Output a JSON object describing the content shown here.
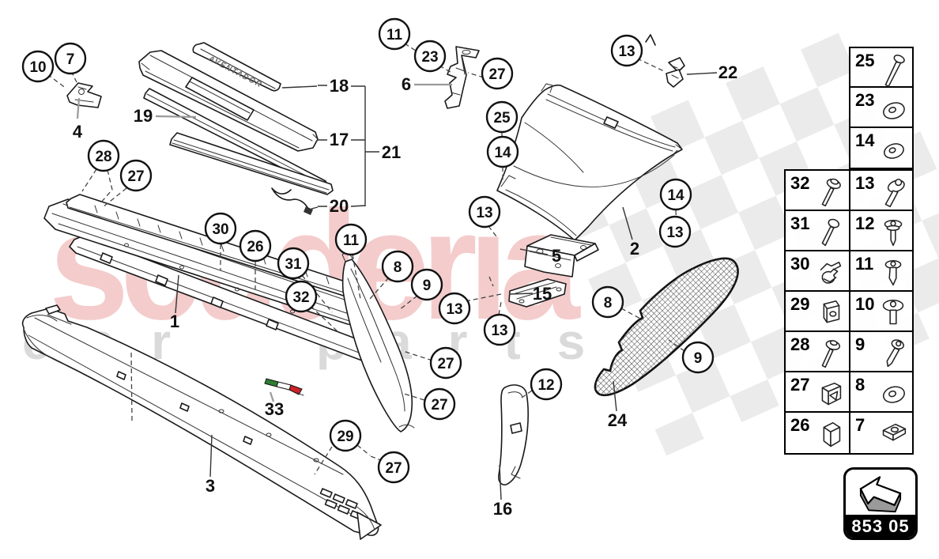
{
  "watermark": {
    "line1": "scuderia",
    "line2": "car parts"
  },
  "plate_text": "AVENTADOR",
  "callouts": [
    "10",
    "7",
    "28",
    "27",
    "30",
    "26",
    "31",
    "32",
    "11",
    "8",
    "9",
    "13",
    "13",
    "27",
    "27",
    "29",
    "27",
    "12",
    "11",
    "23",
    "27",
    "25",
    "14",
    "13",
    "13",
    "14",
    "13",
    "8",
    "9"
  ],
  "part_labels": [
    "4",
    "19",
    "18",
    "17",
    "21",
    "20",
    "6",
    "1",
    "5",
    "15",
    "2",
    "22",
    "33",
    "3",
    "16",
    "24"
  ],
  "legend": {
    "single": [
      {
        "num": "25",
        "icon": "long-screw-icon"
      },
      {
        "num": "23",
        "icon": "large-washer-icon"
      },
      {
        "num": "14",
        "icon": "washer-icon"
      }
    ],
    "rows": [
      {
        "left": {
          "num": "32",
          "icon": "flanged-screw-icon"
        },
        "right": {
          "num": "13",
          "icon": "screw-with-washer-icon"
        }
      },
      {
        "left": {
          "num": "31",
          "icon": "pan-head-screw-icon"
        },
        "right": {
          "num": "12",
          "icon": "expanding-rivet-icon"
        }
      },
      {
        "left": {
          "num": "30",
          "icon": "spring-clip-icon"
        },
        "right": {
          "num": "11",
          "icon": "push-rivet-icon"
        }
      },
      {
        "left": {
          "num": "29",
          "icon": "captive-clip-icon"
        },
        "right": {
          "num": "10",
          "icon": "large-washer-screw-icon"
        }
      },
      {
        "left": {
          "num": "28",
          "icon": "washer-screw-icon"
        },
        "right": {
          "num": "9",
          "icon": "self-tapping-screw-icon"
        }
      },
      {
        "left": {
          "num": "27",
          "icon": "sheet-metal-clip-icon"
        },
        "right": {
          "num": "8",
          "icon": "flat-washer-icon"
        }
      },
      {
        "left": {
          "num": "26",
          "icon": "spacer-block-icon"
        },
        "right": {
          "num": "7",
          "icon": "clip-nut-icon"
        }
      }
    ]
  },
  "badge": {
    "code": "853 05"
  },
  "colors": {
    "flag_green": "#2e7d32",
    "flag_red": "#cc2229",
    "watermark_red": "#de6969",
    "badge_black": "#000000"
  }
}
